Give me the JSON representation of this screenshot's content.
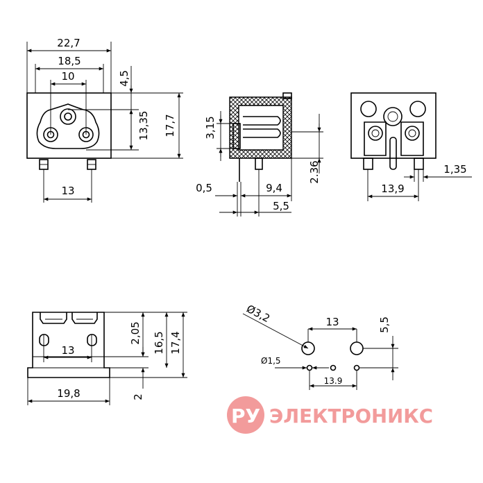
{
  "colors": {
    "line": "#000000",
    "background": "#ffffff",
    "watermark": "#e84a4a"
  },
  "front_view": {
    "d_width_total": "22,7",
    "d_width_mid": "18,5",
    "d_width_inner": "10",
    "d_top": "4,5",
    "d_height_inner": "13,35",
    "d_height_total": "17,7",
    "d_pins": "13"
  },
  "side_view": {
    "d_3_15": "3,15",
    "d_0_5": "0,5",
    "d_9_4": "9,4",
    "d_2_36": "2.36",
    "d_5_5": "5,5"
  },
  "rear_view": {
    "d_1_35": "1,35",
    "d_13_9": "13,9"
  },
  "bottom_view": {
    "d_2_05": "2,05",
    "d_16_5": "16,5",
    "d_17_4": "17,4",
    "d_13": "13",
    "d_19_8": "19,8",
    "d_2": "2"
  },
  "drill_pattern": {
    "d_dia_3_2": "Ø3,2",
    "d_13": "13",
    "d_5_5": "5,5",
    "d_dia_1_5": "Ø1,5",
    "d_13_9": "13.9"
  },
  "watermark": {
    "logo_text": "РУ",
    "brand_text": "ЭЛЕКТРОНИКС"
  }
}
